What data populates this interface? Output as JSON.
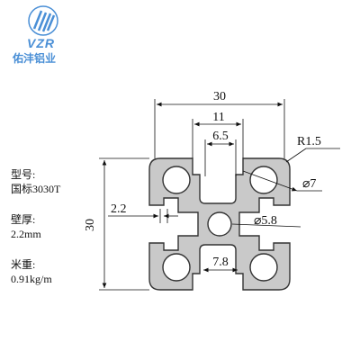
{
  "logo": {
    "brand": "VZR",
    "name_cn": "佑沣铝业",
    "colors": {
      "accent": "#4a8fd6"
    }
  },
  "specs": [
    {
      "label": "型号:",
      "value": "国标3030T"
    },
    {
      "label": "壁厚:",
      "value": "2.2mm"
    },
    {
      "label": "米重:",
      "value": "0.91kg/m"
    }
  ],
  "dimensions": {
    "overall_width": "30",
    "slot_opening": "11",
    "inner_slot": "6.5",
    "fillet_radius": "R1.5",
    "corner_hole": "⌀7",
    "wall_thickness": "2.2",
    "center_hole": "⌀5.8",
    "bottom_slot": "7.8",
    "overall_height": "30"
  },
  "colors": {
    "profile_fill": "#c9c9c9",
    "profile_stroke": "#333333",
    "line": "#111111"
  }
}
